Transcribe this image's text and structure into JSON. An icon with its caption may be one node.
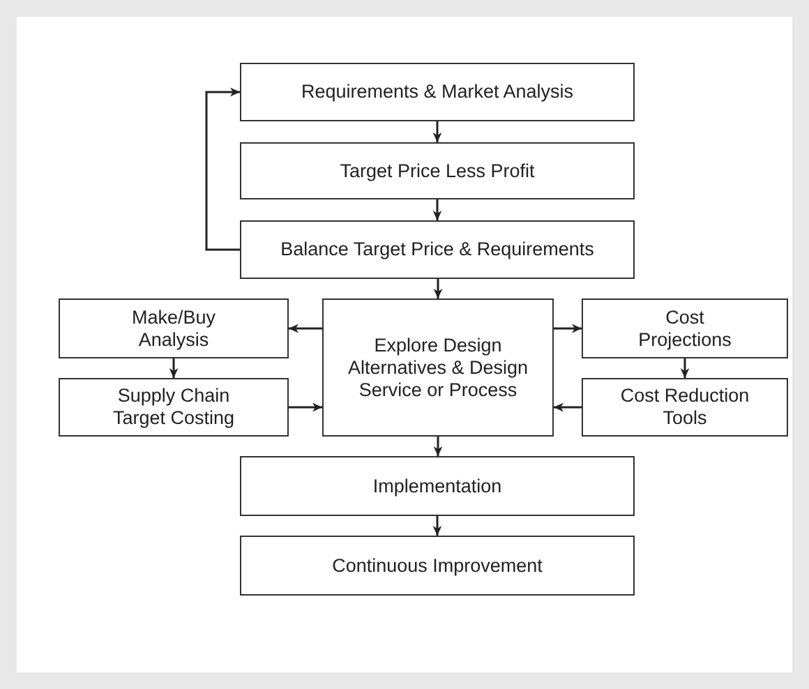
{
  "diagram": {
    "nodes": [
      {
        "text": [
          "Requirements & Market Analysis"
        ]
      },
      {
        "text": [
          "Target Price Less Profit"
        ]
      },
      {
        "text": [
          "Balance Target Price & Requirements"
        ]
      },
      {
        "text": [
          "Make/Buy Analysis"
        ]
      },
      {
        "text": [
          "Explore Design Alternatives & Design Service or Process"
        ]
      },
      {
        "text": [
          "Cost Projections"
        ]
      },
      {
        "text": [
          "Supply Chain Target Costing"
        ]
      },
      {
        "text": [
          "Cost Reduction Tools"
        ]
      },
      {
        "text": [
          "Implementation"
        ]
      },
      {
        "text": [
          "Continuous Improvement"
        ]
      }
    ],
    "edges": [
      {
        "from": 0,
        "to": 1,
        "arrow": "to"
      },
      {
        "from": 1,
        "to": 2,
        "arrow": "to"
      },
      {
        "from": 2,
        "to": 0,
        "arrow": "to"
      },
      {
        "from": 2,
        "to": 4,
        "arrow": "to"
      },
      {
        "from": 4,
        "to": 3,
        "arrow": "to"
      },
      {
        "from": 4,
        "to": 5,
        "arrow": "to"
      },
      {
        "from": 3,
        "to": 6,
        "arrow": "to"
      },
      {
        "from": 6,
        "to": 4,
        "arrow": "to"
      },
      {
        "from": 5,
        "to": 7,
        "arrow": "to"
      },
      {
        "from": 7,
        "to": 4,
        "arrow": "to"
      },
      {
        "from": 4,
        "to": 8,
        "arrow": "to"
      },
      {
        "from": 8,
        "to": 9,
        "arrow": "to"
      }
    ]
  }
}
